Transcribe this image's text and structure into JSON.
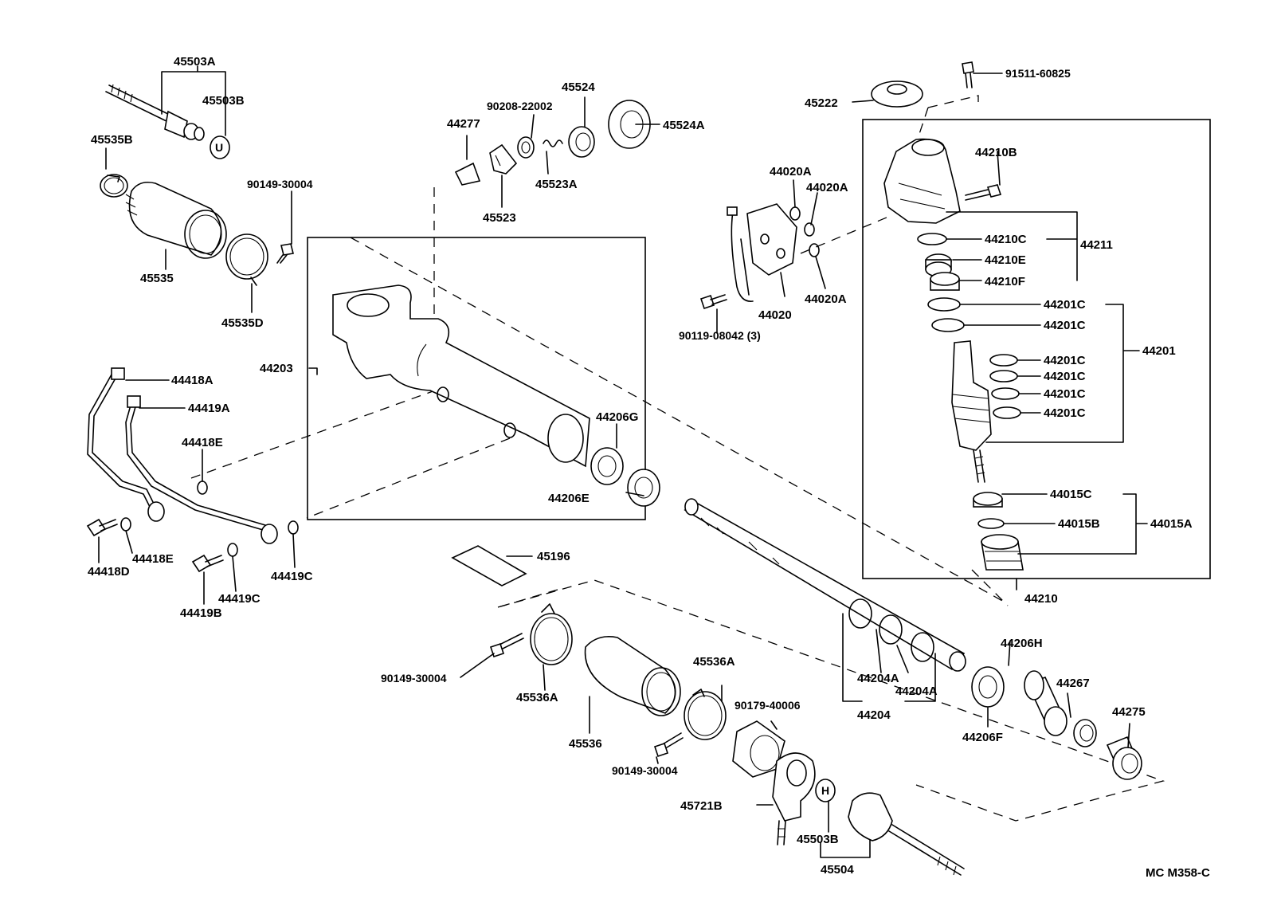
{
  "diagram": {
    "code": "MC M358-C",
    "labels": {
      "p45503A": "45503A",
      "p45503B_top": "45503B",
      "p45535B": "45535B",
      "p45535": "45535",
      "p45535D": "45535D",
      "p90149_top": "90149-30004",
      "p44277": "44277",
      "p90208": "90208-22002",
      "p45524": "45524",
      "p45524A": "45524A",
      "p45523A": "45523A",
      "p45523": "45523",
      "p45222": "45222",
      "p91511": "91511-60825",
      "p44210B": "44210B",
      "p44020A_1": "44020A",
      "p44020A_2": "44020A",
      "p44020A_3": "44020A",
      "p44020": "44020",
      "p90119": "90119-08042 (3)",
      "p44210C": "44210C",
      "p44210E": "44210E",
      "p44210F": "44210F",
      "p44211": "44211",
      "p44201C_1": "44201C",
      "p44201C_2": "44201C",
      "p44201C_3": "44201C",
      "p44201C_4": "44201C",
      "p44201C_5": "44201C",
      "p44201C_6": "44201C",
      "p44201": "44201",
      "p44015C": "44015C",
      "p44015B": "44015B",
      "p44015A": "44015A",
      "p44210": "44210",
      "p44203": "44203",
      "p44206G": "44206G",
      "p44206E": "44206E",
      "p44418A": "44418A",
      "p44419A": "44419A",
      "p44418E_1": "44418E",
      "p44418E_2": "44418E",
      "p44418D": "44418D",
      "p44419C_1": "44419C",
      "p44419C_2": "44419C",
      "p44419B": "44419B",
      "p45196": "45196",
      "p90149_mid": "90149-30004",
      "p45536A_1": "45536A",
      "p45536A_2": "45536A",
      "p45536": "45536",
      "p90149_bot": "90149-30004",
      "p90179": "90179-40006",
      "p45721B": "45721B",
      "p45503B_bot": "45503B",
      "p45504": "45504",
      "p44204A_1": "44204A",
      "p44204A_2": "44204A",
      "p44204": "44204",
      "p44206H": "44206H",
      "p44206F": "44206F",
      "p44267": "44267",
      "p44275": "44275"
    }
  }
}
